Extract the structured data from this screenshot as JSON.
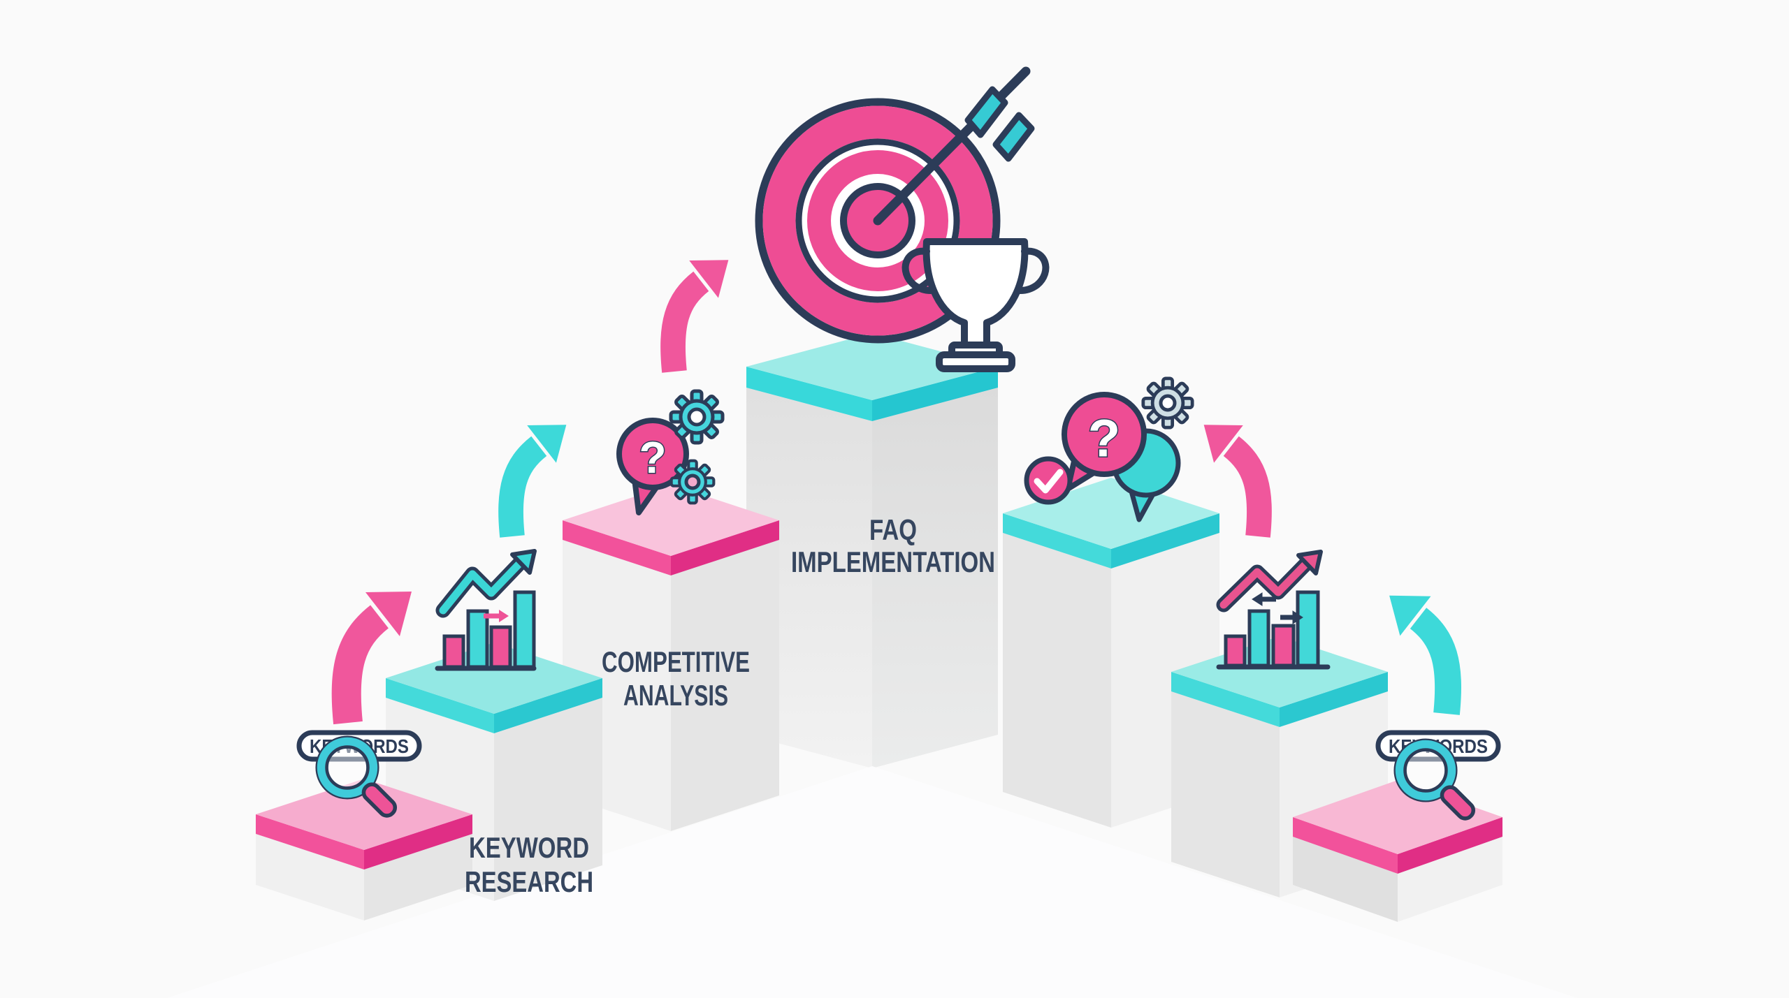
{
  "figure": {
    "kind": "isometric-staircase-infographic",
    "background": "#FAFAFA"
  },
  "palette": {
    "pink": "#EE4D94",
    "pink_arrow": "#F0579C",
    "pink_band_light": "#F2529B",
    "pink_band_dark": "#E02E85",
    "pink_top_1": "#F6ACCE",
    "pink_top_3": "#F9C3DC",
    "pink_top_right": "#F8B8D4",
    "cyan": "#35D4D8",
    "cyan_arrow": "#3DD9D9",
    "cyan_band_light": "#44DADA",
    "cyan_band_dark": "#2BC8D0",
    "cyan_top_left": "#93E8E4",
    "cyan_top_platform": "#9DEBE7",
    "cyan_top_right": "#A8EEEA",
    "navy": "#2C3C58",
    "text": "#36465F",
    "gear_gray": "#CFDFE4",
    "gray_face_light": "#F0F0F0",
    "gray_face_dark": "#E5E5E5",
    "floor": "#FCFCFD"
  },
  "steps": [
    {
      "name": "keyword-research",
      "label_lines": [
        "KEYWORD",
        "RESEARCH"
      ],
      "top_color": "pink",
      "icons": [
        "keywords-badge",
        "magnifier-icon",
        "curved-arrow-pink"
      ]
    },
    {
      "name": "competitive-analysis",
      "label_lines": [
        "COMPETITIVE",
        "ANALYSIS"
      ],
      "top_color": "cyan",
      "icons": [
        "bar-chart-icon",
        "growth-zigzag-arrow-icon",
        "curved-arrow-cyan"
      ]
    },
    {
      "name": "faq-implementation",
      "label_lines": [
        "FAQ",
        "IMPLEMENTATION"
      ],
      "top_color": "pink",
      "icons": [
        "question-bubble-icon",
        "gear-icon",
        "gear-icon-small",
        "curved-arrow-pink"
      ]
    },
    {
      "name": "goal-platform",
      "label_lines": [],
      "top_color": "cyan",
      "icons": [
        "target-icon",
        "dart-icon",
        "trophy-icon"
      ]
    }
  ],
  "right_steps": [
    {
      "name": "faq-support-step",
      "top_color": "cyan",
      "icons": [
        "check-circle-icon",
        "question-bubble-icon",
        "chat-bubble-icon",
        "gear-gray-icon",
        "curved-arrow-pink"
      ]
    },
    {
      "name": "analytics-step",
      "top_color": "cyan",
      "icons": [
        "bar-chart-icon",
        "growth-zigzag-arrow-pink-icon",
        "swap-arrows-icon",
        "curved-arrow-cyan"
      ]
    },
    {
      "name": "keywords-step",
      "top_color": "pink",
      "icons": [
        "keywords-badge",
        "magnifier-icon"
      ]
    }
  ],
  "badges": {
    "left": "KEYWORDS",
    "right": "KEYWORDS"
  },
  "bubbles": {
    "left_question": "?",
    "right_question": "?"
  },
  "arrows": [
    {
      "name": "curved-arrow-left-bottom",
      "color": "#F0579C"
    },
    {
      "name": "curved-arrow-left-middle",
      "color": "#3DD9D9"
    },
    {
      "name": "curved-arrow-left-top",
      "color": "#F0579C"
    },
    {
      "name": "curved-arrow-right-upper",
      "color": "#F0579C"
    },
    {
      "name": "curved-arrow-right-lower",
      "color": "#3DD9D9"
    }
  ]
}
